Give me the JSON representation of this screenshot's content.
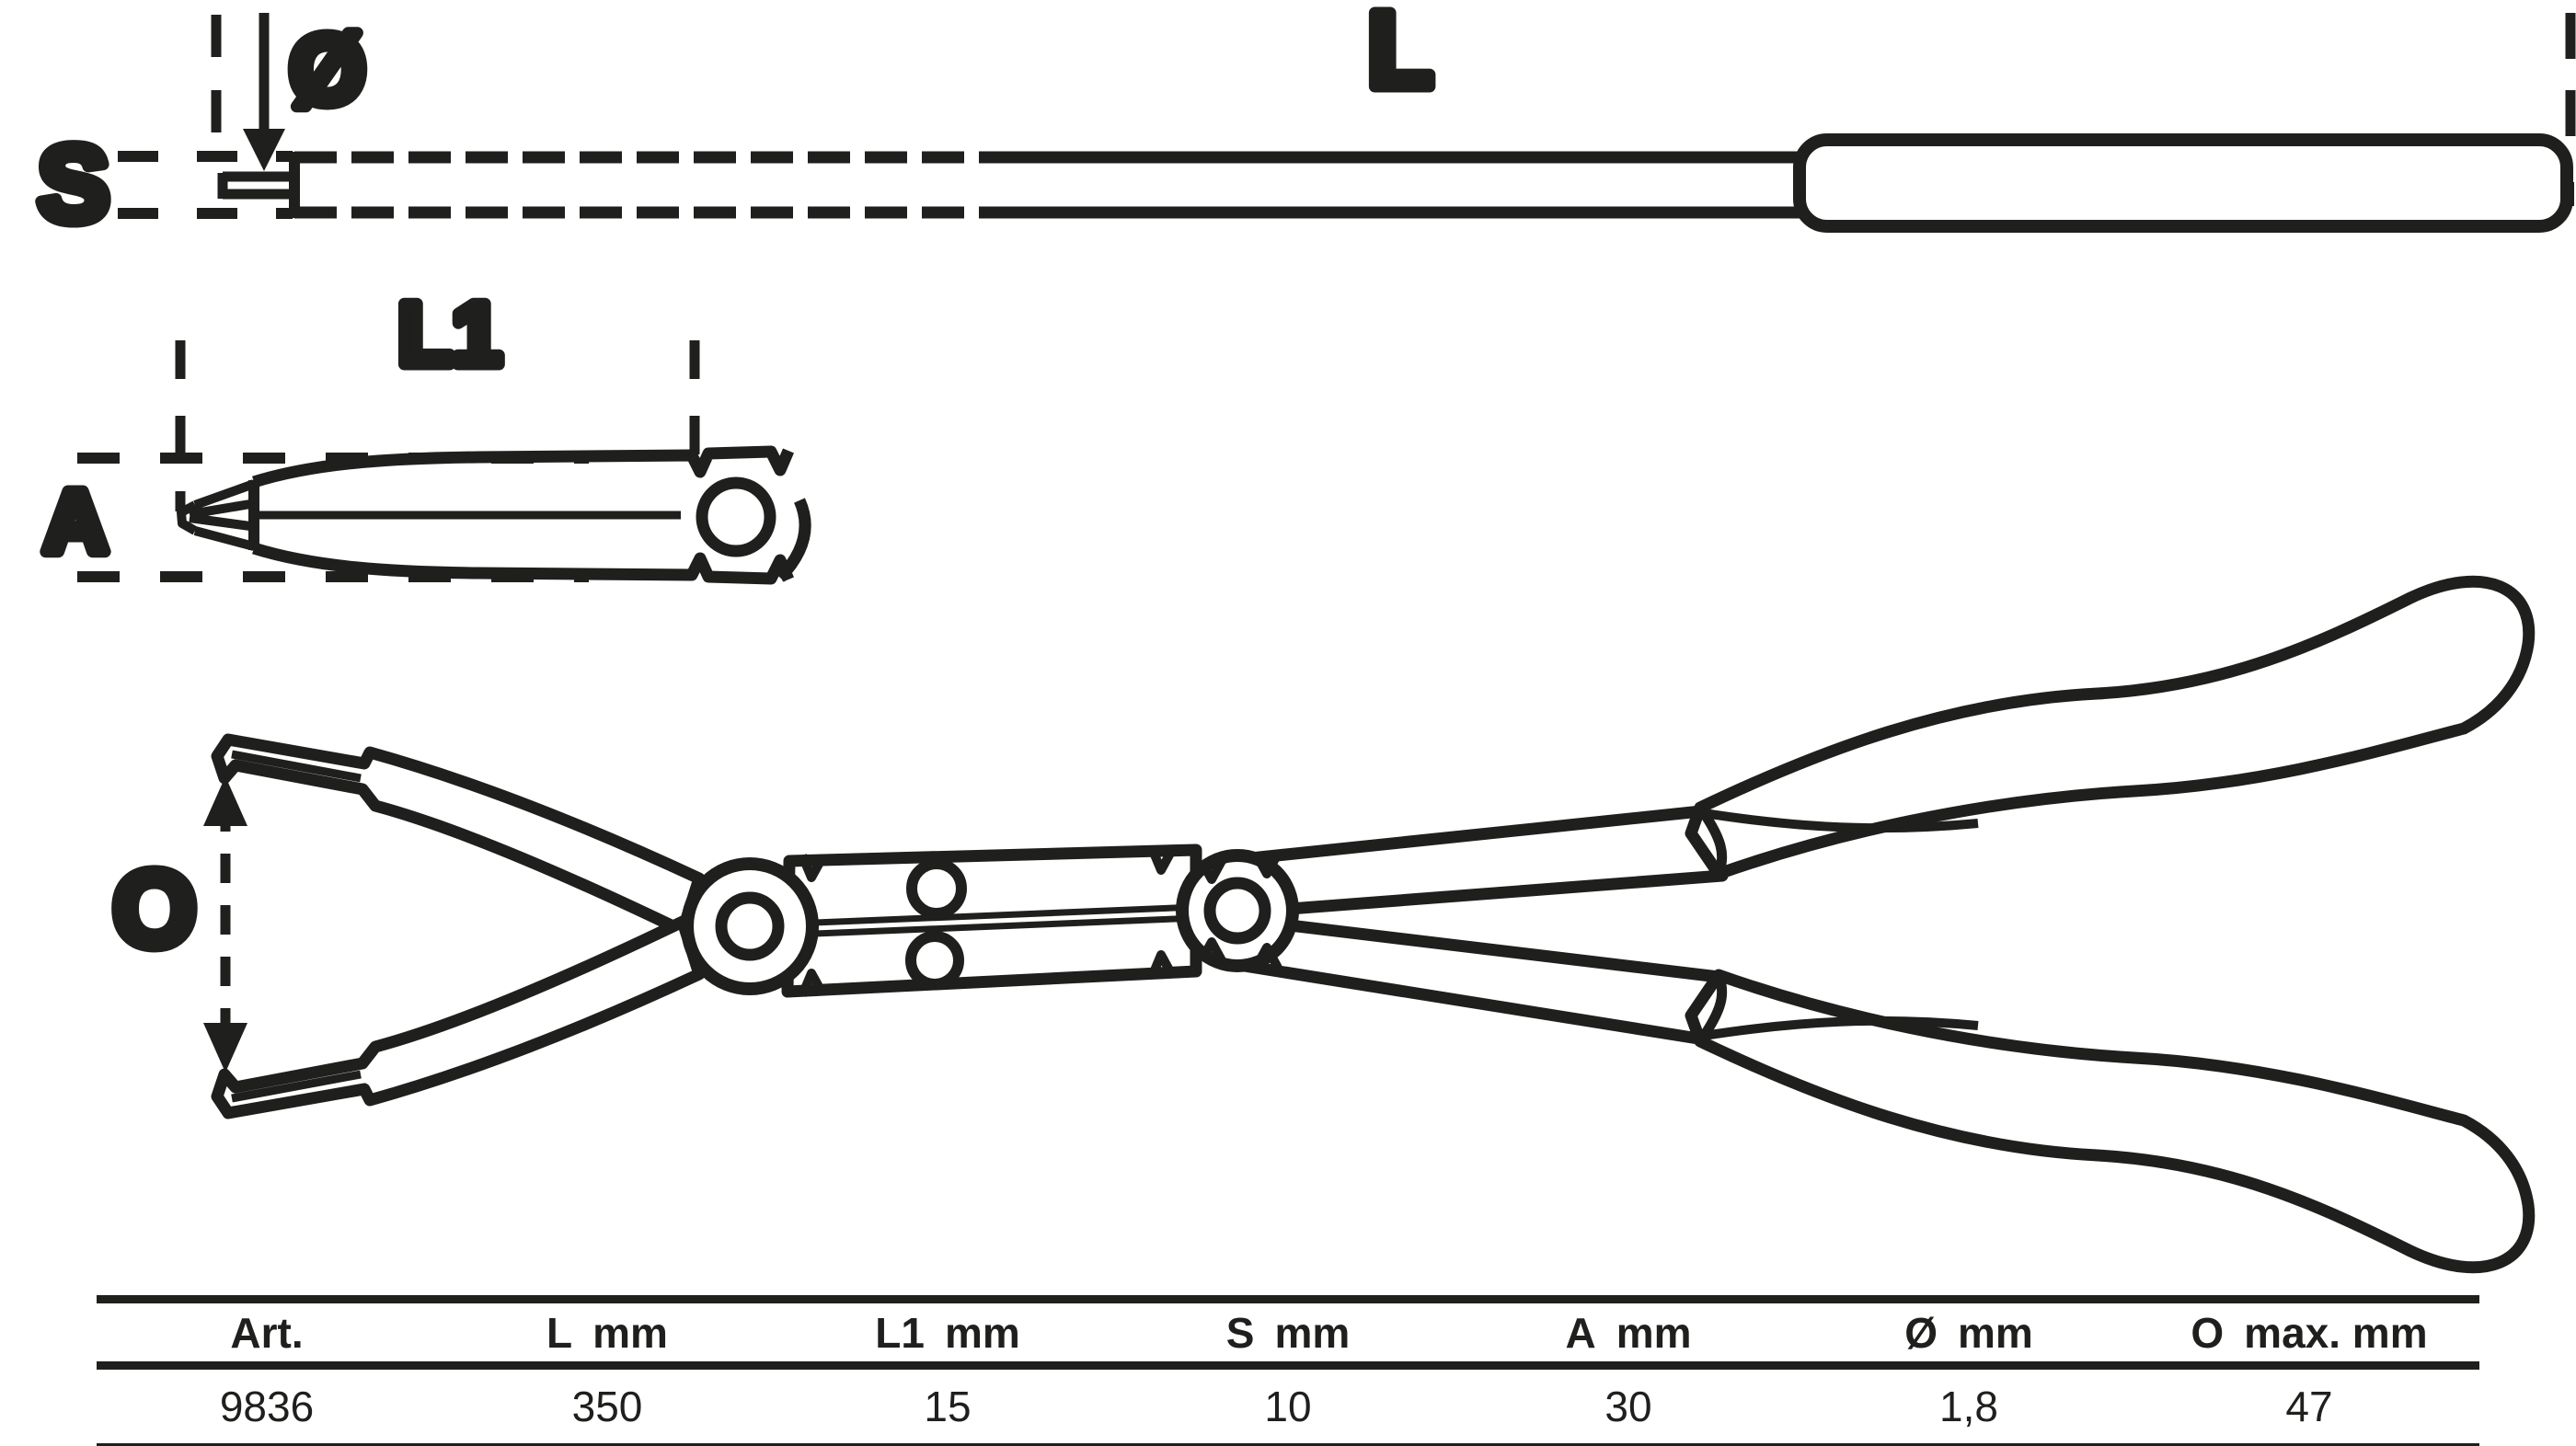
{
  "drawing": {
    "dimension_labels": {
      "s": "S",
      "diameter": "Ø",
      "l": "L",
      "l1": "L1",
      "a": "A",
      "o": "O"
    }
  },
  "table": {
    "columns": [
      {
        "label": "Art.",
        "unit": ""
      },
      {
        "label": "L",
        "unit": "mm"
      },
      {
        "label": "L1",
        "unit": "mm"
      },
      {
        "label": "S",
        "unit": "mm"
      },
      {
        "label": "A",
        "unit": "mm"
      },
      {
        "label": "Ø",
        "unit": "mm"
      },
      {
        "label": "O",
        "unit": "max. mm"
      }
    ],
    "values": [
      "9836",
      "350",
      "15",
      "10",
      "30",
      "1,8",
      "47"
    ]
  },
  "colors": {
    "ink": "#1f1f1d",
    "background": "#ffffff"
  }
}
